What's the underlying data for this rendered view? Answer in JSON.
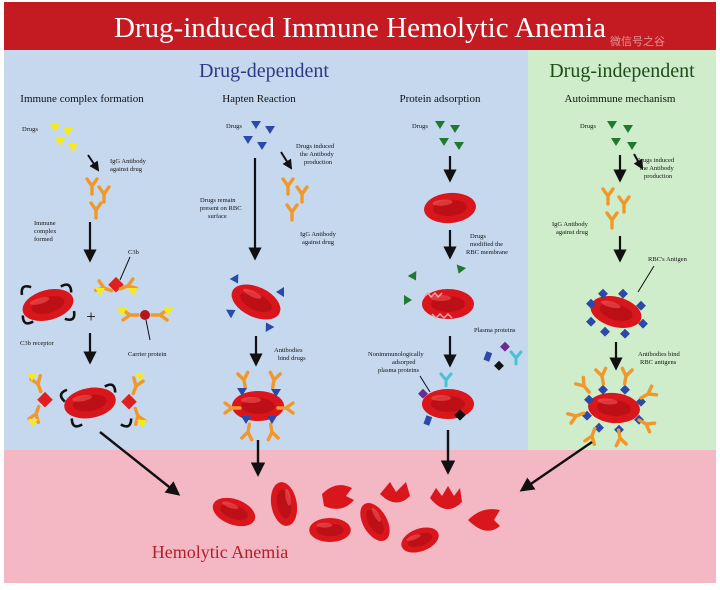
{
  "title": "Drug-induced Immune Hemolytic Anemia",
  "watermark": "微信号之谷",
  "sections": {
    "dependent": "Drug-dependent",
    "independent": "Drug-independent"
  },
  "columns": {
    "c1": {
      "heading": "Immune complex formation",
      "drugs": "Drugs",
      "igg": [
        "IgG Antibody",
        "against drug"
      ],
      "immune": [
        "Immune",
        "complex",
        "formed"
      ],
      "c3b": "C3b",
      "c3b_receptor": "C3b receptor",
      "carrier": "Carrier protein",
      "plus": "+"
    },
    "c2": {
      "heading": "Hapten Reaction",
      "drugs": "Drugs",
      "induced": [
        "Drugs induced",
        "the Antibody",
        "production"
      ],
      "remain": [
        "Drugs remain",
        "present on RBC",
        "surface"
      ],
      "igg": [
        "IgG Antibody",
        "against drug"
      ],
      "bind": [
        "Antibodies",
        "bind drugs"
      ]
    },
    "c3": {
      "heading": "Protein adsorption",
      "drugs": "Drugs",
      "modified": [
        "Drugs",
        "modified the",
        "RBC membrane"
      ],
      "plasma": "Plasma proteins",
      "nonimmuno": [
        "Nonimmunologically",
        "adsorped",
        "plasma proteins"
      ]
    },
    "c4": {
      "heading": "Autoimmune mechanism",
      "drugs": "Drugs",
      "induced": [
        "Drugs induced",
        "the Antibody",
        "production"
      ],
      "igg": [
        "IgG Antibody",
        "against drug"
      ],
      "antigen": "RBC's Antigen",
      "bind": [
        "Antibodies bind",
        "RBC antigens"
      ]
    }
  },
  "bottom_label": "Hemolytic Anemia",
  "colors": {
    "title_bar": "#c41a22",
    "dependent_bg": "#c6d8ee",
    "independent_bg": "#cfeccb",
    "bottom_bg": "#f4b8c5",
    "section_text": "#2b3a86",
    "independent_text": "#1e4d18",
    "rbc": "#d8161c",
    "drug_yellow": "#f7ea1c",
    "drug_blue": "#2a49a8",
    "drug_green": "#1f7a30",
    "antibody": "#f0982a",
    "bottom_text": "#b0202a"
  }
}
